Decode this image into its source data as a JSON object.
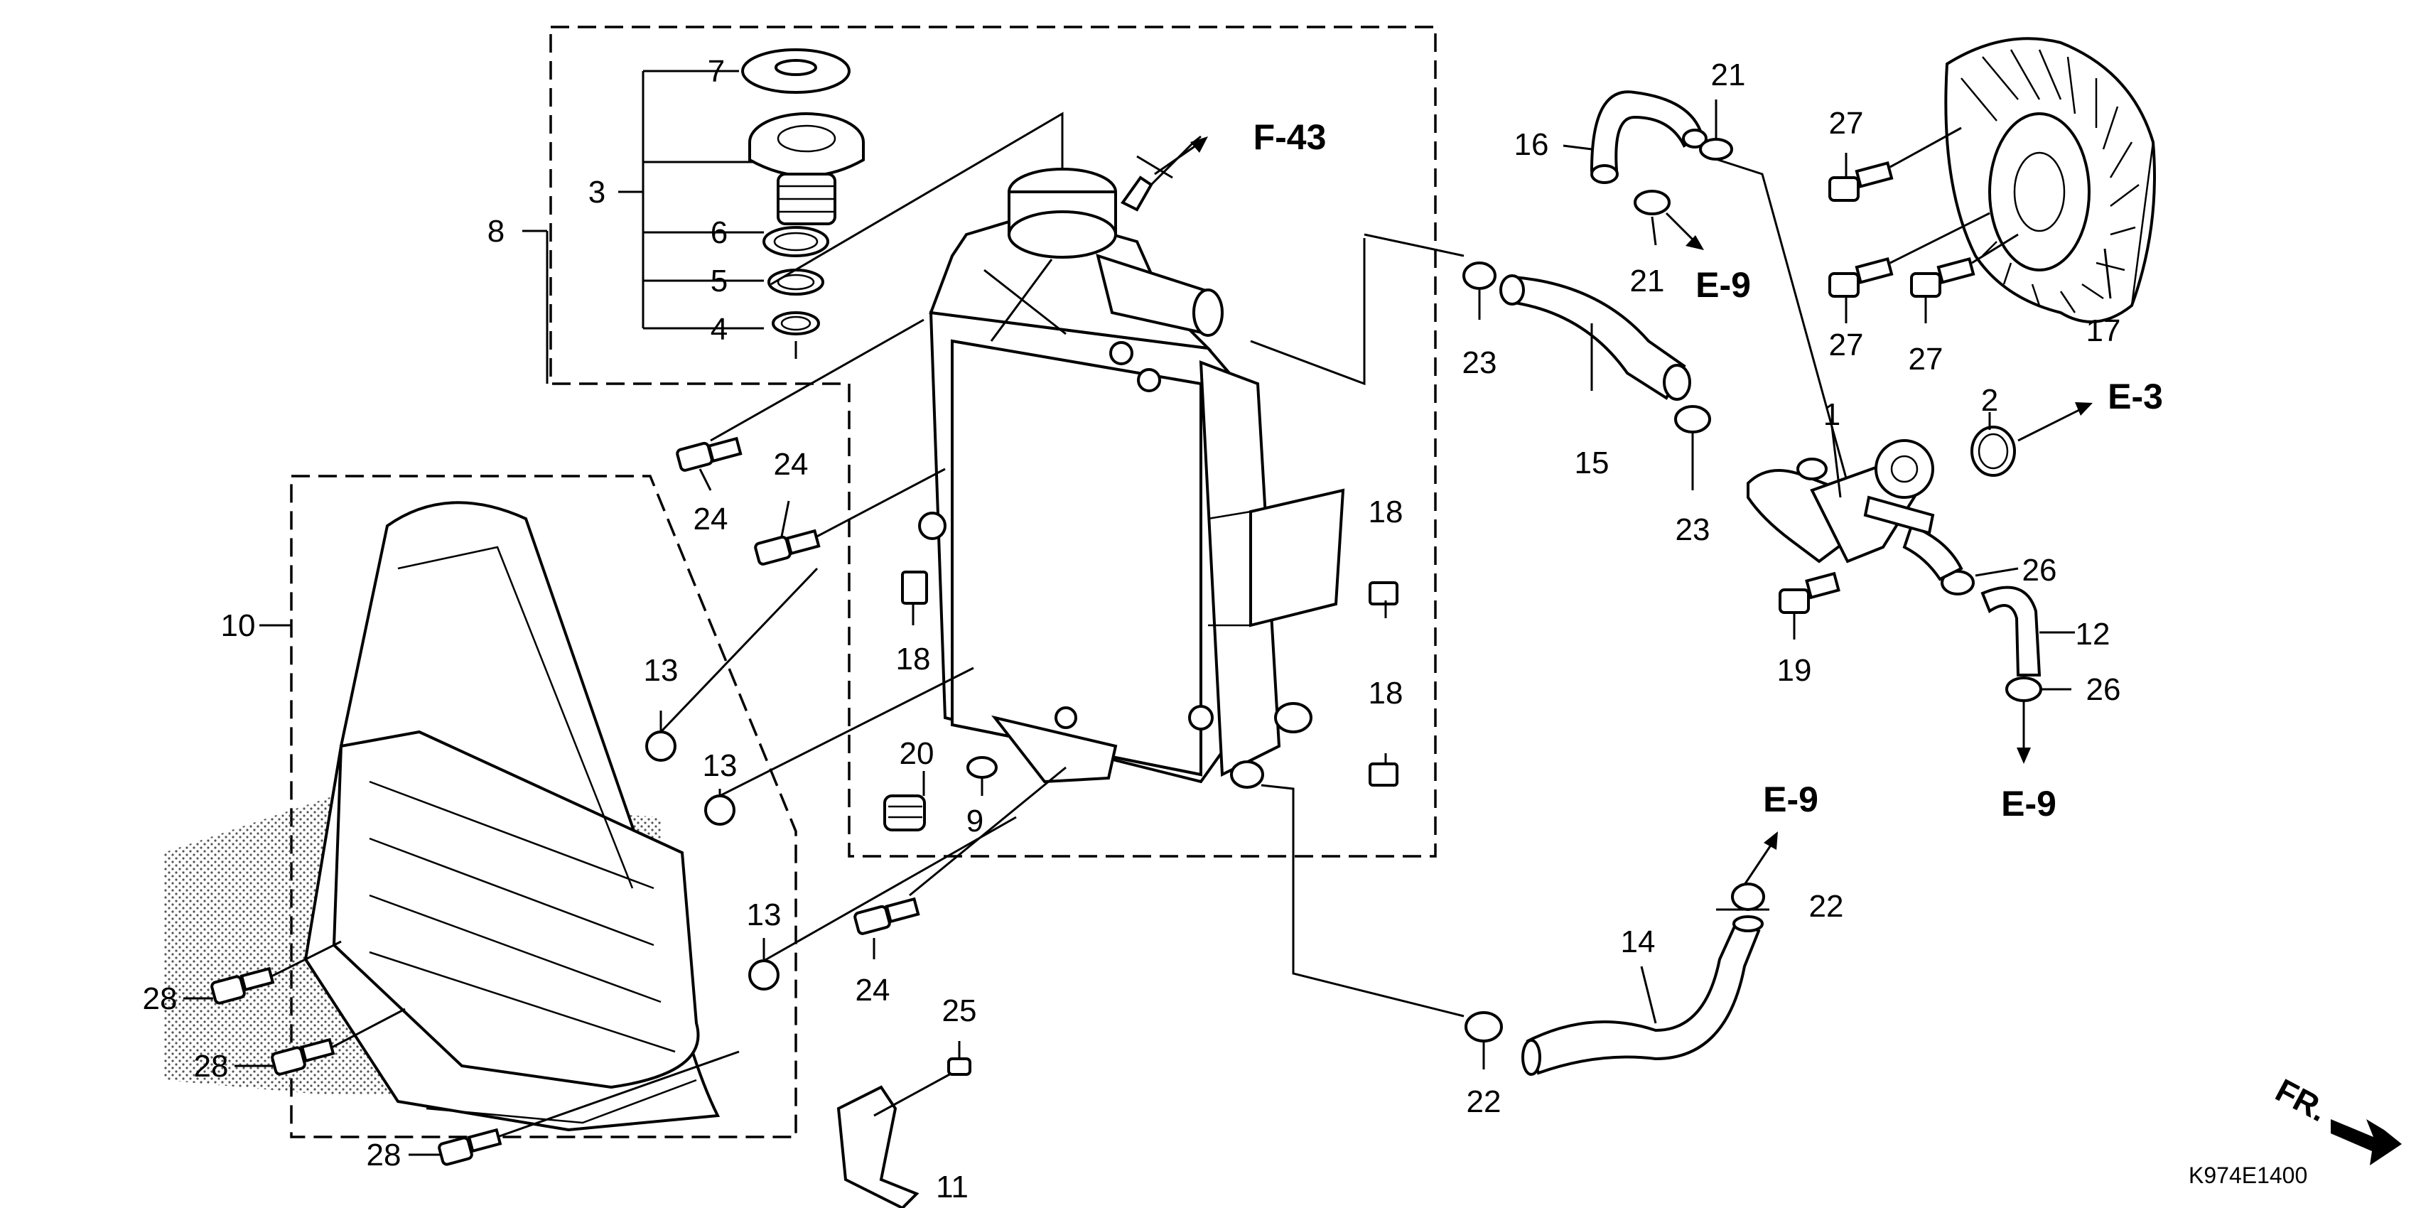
{
  "diagram": {
    "callouts": [
      "1",
      "2",
      "3",
      "4",
      "5",
      "6",
      "7",
      "8",
      "9",
      "10",
      "11",
      "12",
      "13",
      "14",
      "15",
      "16",
      "17",
      "18",
      "19",
      "20",
      "21",
      "22",
      "23",
      "24",
      "25",
      "26",
      "27",
      "28"
    ],
    "refs": {
      "f43": "F-43",
      "e3": "E-3",
      "e9": "E-9"
    },
    "front_mark": "FR.",
    "drawing_code": "K974E1400"
  }
}
